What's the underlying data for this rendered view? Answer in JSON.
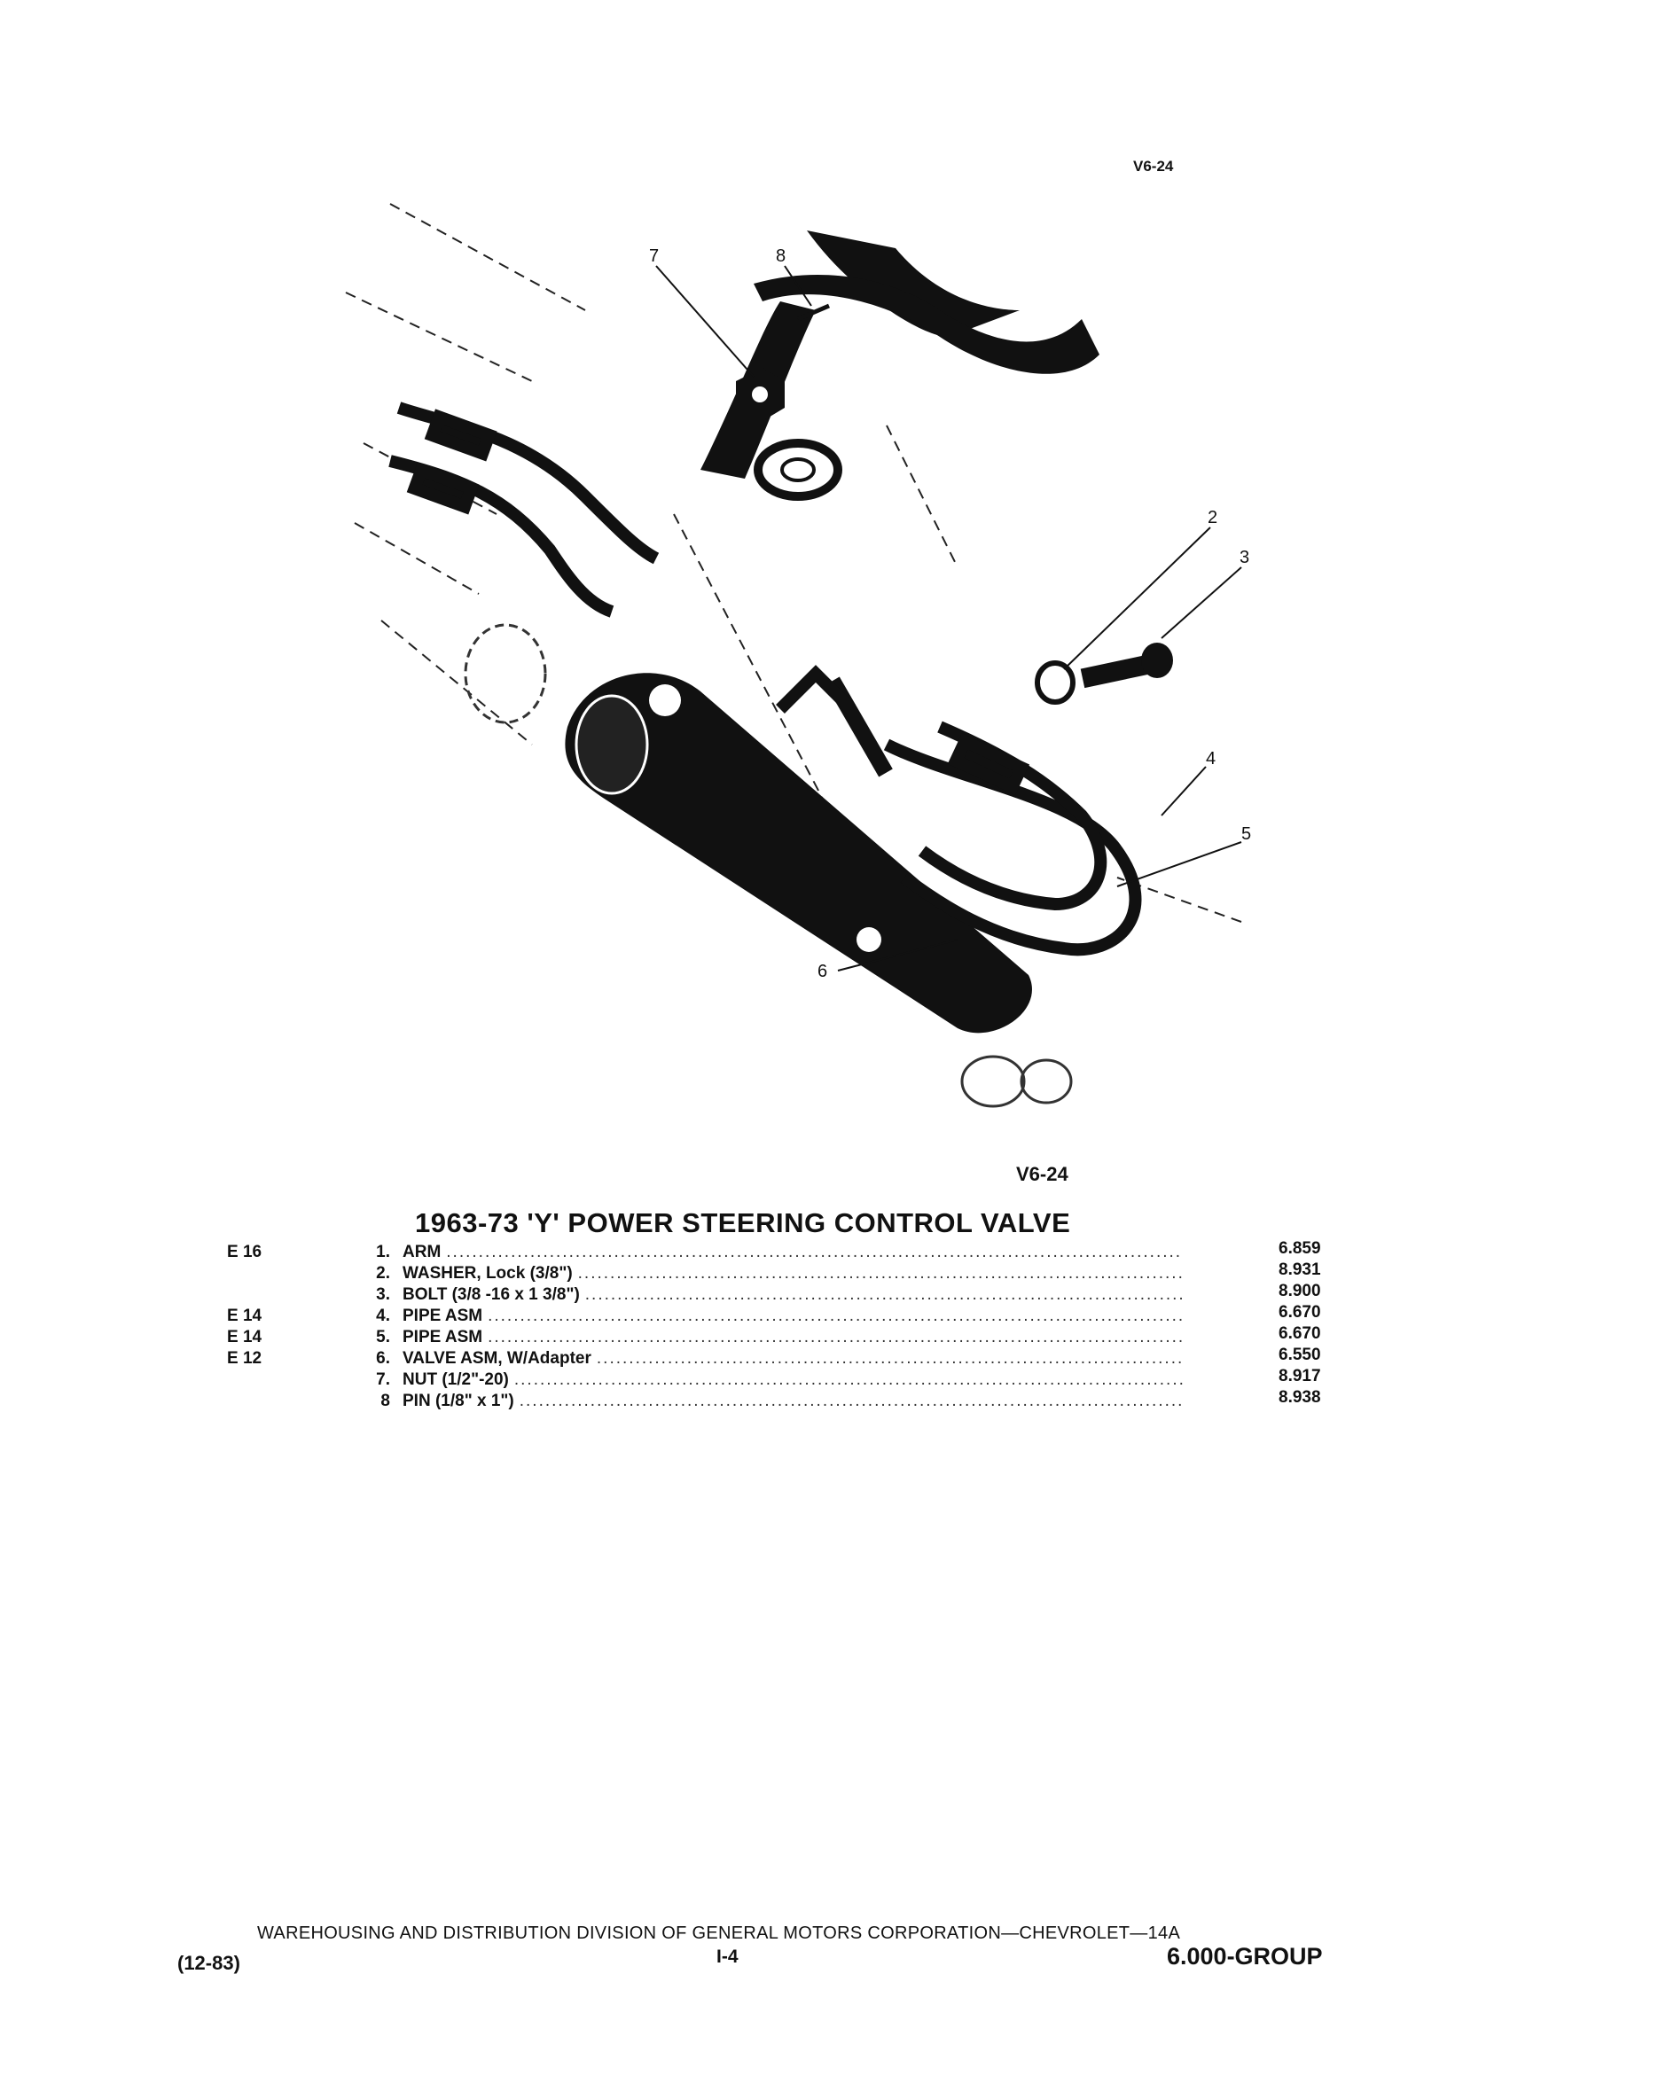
{
  "diagram": {
    "code_top": "V6-24",
    "code_bottom": "V6-24",
    "callouts": [
      "7",
      "8",
      "2",
      "3",
      "4",
      "5",
      "6"
    ]
  },
  "title": "1963-73 'Y' POWER STEERING CONTROL VALVE",
  "parts": [
    {
      "group": "E 16",
      "num": "1.",
      "desc": "ARM",
      "part": "6.859"
    },
    {
      "group": "",
      "num": "2.",
      "desc": "WASHER, Lock (3/8\")",
      "part": "8.931"
    },
    {
      "group": "",
      "num": "3.",
      "desc": "BOLT (3/8 -16 x 1 3/8\")",
      "part": "8.900"
    },
    {
      "group": "E 14",
      "num": "4.",
      "desc": "PIPE ASM",
      "part": "6.670"
    },
    {
      "group": "E 14",
      "num": "5.",
      "desc": "PIPE ASM",
      "part": "6.670"
    },
    {
      "group": "E 12",
      "num": "6.",
      "desc": "VALVE ASM, W/Adapter",
      "part": "6.550"
    },
    {
      "group": "",
      "num": "7.",
      "desc": "NUT (1/2\"-20)",
      "part": "8.917"
    },
    {
      "group": "",
      "num": "8",
      "desc": "PIN (1/8\" x 1\")",
      "part": "8.938"
    }
  ],
  "footer": {
    "line": "WAREHOUSING AND DISTRIBUTION DIVISION OF GENERAL MOTORS CORPORATION—CHEVROLET—14A",
    "date": "(12-83)",
    "page": "I-4",
    "group": "6.000-GROUP"
  }
}
